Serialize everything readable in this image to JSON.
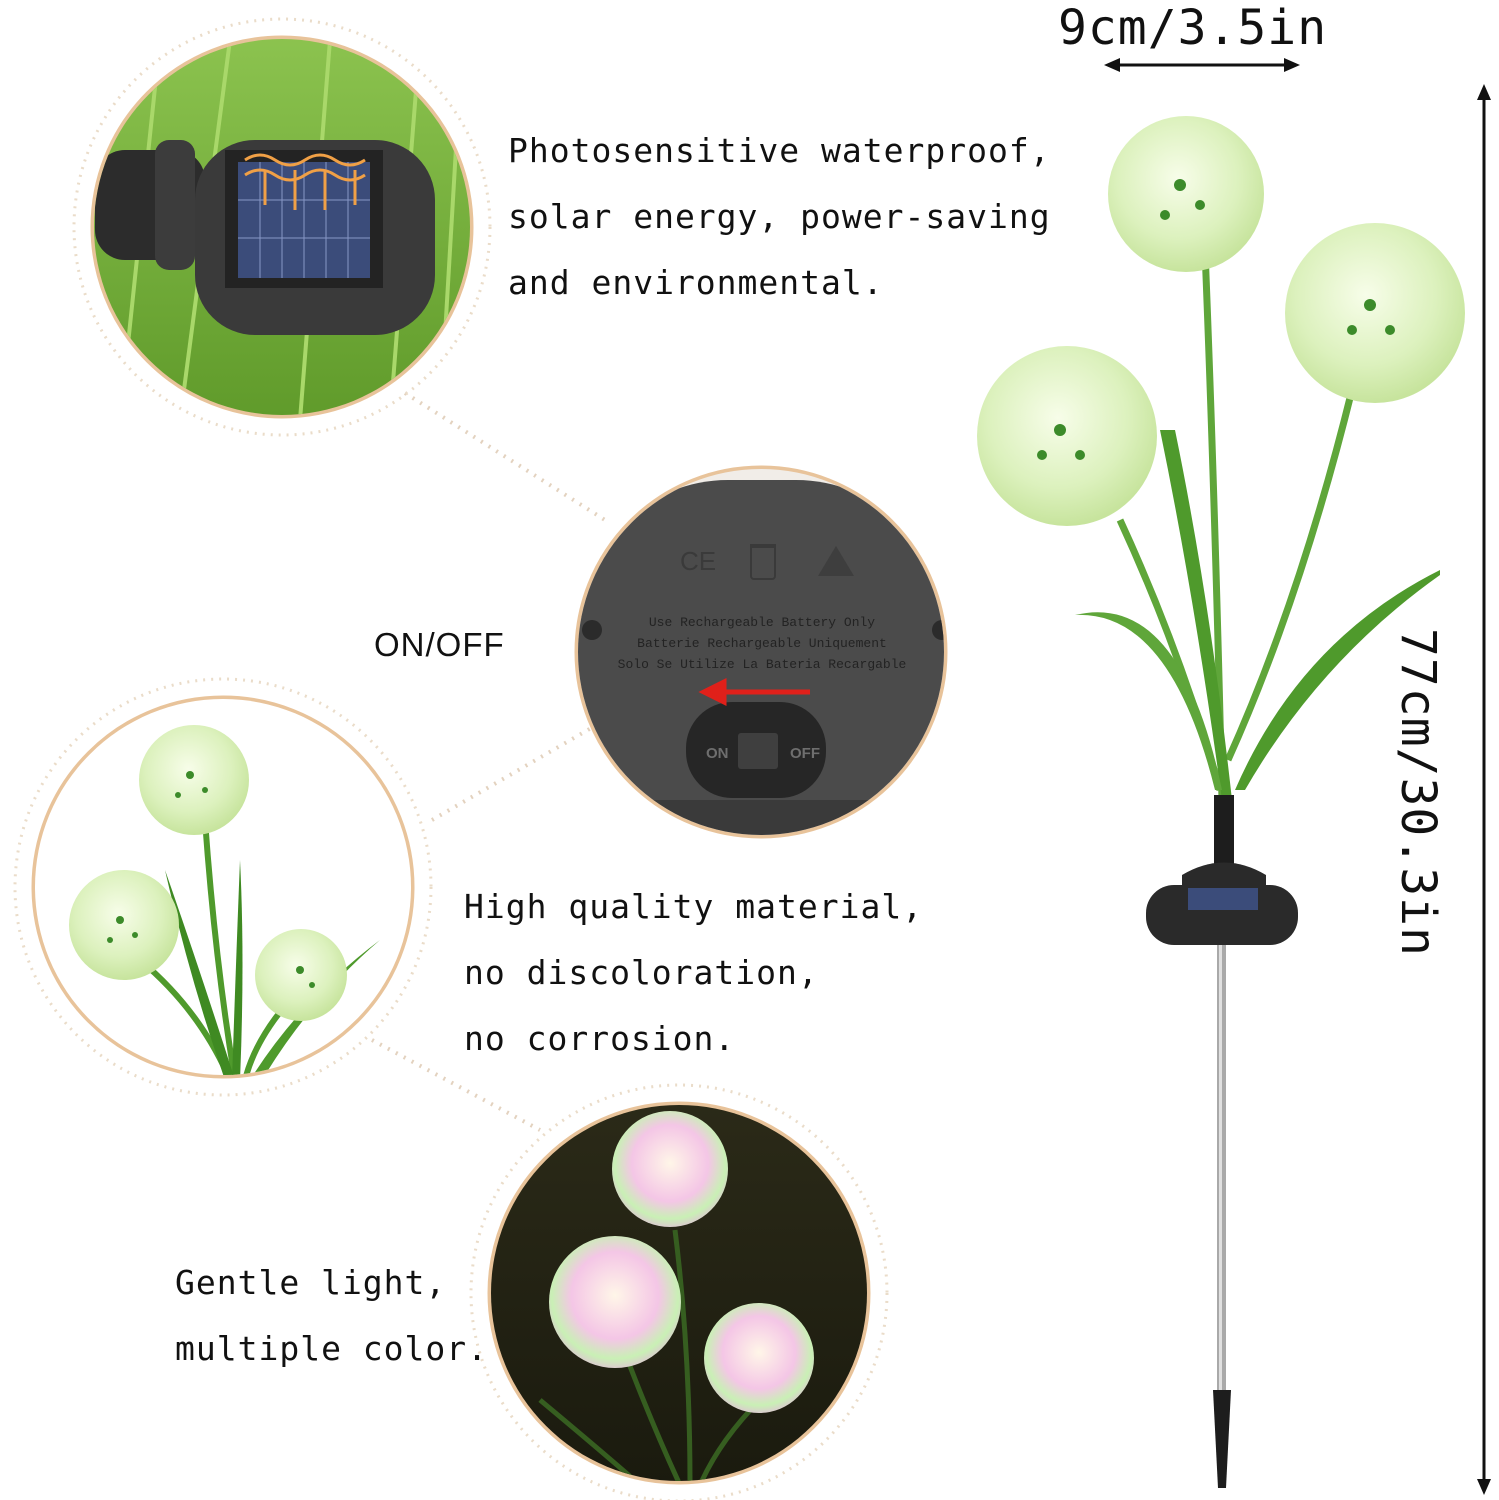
{
  "features": {
    "solar": [
      "Photosensitive waterproof,",
      "solar energy, power-saving",
      "and environmental."
    ],
    "material": [
      "High quality material,",
      "no discoloration,",
      "no corrosion."
    ],
    "light": [
      "Gentle light,",
      "multiple color."
    ]
  },
  "switch": {
    "callout": "ON/OFF",
    "on_label": "ON",
    "off_label": "OFF",
    "battery_text": [
      "Use Rechargeable Battery Only",
      "Batterie Rechargeable Uniquement",
      "Solo Se Utilize La Bateria Recargable"
    ],
    "marks": [
      "CE",
      "WEEE-bin",
      "warning-triangle"
    ]
  },
  "dimensions": {
    "width": "9cm/3.5in",
    "height": "77cm/30.3in"
  },
  "colors": {
    "ring": "#e9c9a4",
    "dotted_connector": "#e3d2bf",
    "flower_green": "#dff5c4",
    "stem_green": "#4f9a2c",
    "arrow_red": "#e0201a"
  }
}
